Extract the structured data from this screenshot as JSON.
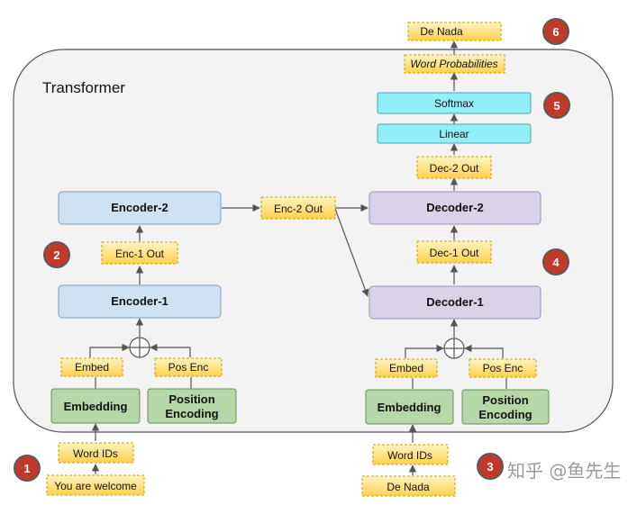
{
  "title": "Transformer",
  "encoder": {
    "input_text": "You are welcome",
    "word_ids": "Word IDs",
    "embedding": "Embedding",
    "position_encoding_line1": "Position",
    "position_encoding_line2": "Encoding",
    "embed_out": "Embed",
    "pos_enc_out": "Pos Enc",
    "encoder1": "Encoder-1",
    "enc1_out": "Enc-1 Out",
    "encoder2": "Encoder-2",
    "enc2_out": "Enc-2 Out"
  },
  "decoder": {
    "input_text": "De Nada",
    "word_ids": "Word IDs",
    "embedding": "Embedding",
    "position_encoding_line1": "Position",
    "position_encoding_line2": "Encoding",
    "embed_out": "Embed",
    "pos_enc_out": "Pos Enc",
    "decoder1": "Decoder-1",
    "dec1_out": "Dec-1 Out",
    "decoder2": "Decoder-2",
    "dec2_out": "Dec-2 Out",
    "linear": "Linear",
    "softmax": "Softmax",
    "word_probabilities": "Word Probabilities",
    "output_text": "De Nada"
  },
  "step_badges": [
    "1",
    "2",
    "3",
    "4",
    "5",
    "6"
  ],
  "watermark": "知乎 @鱼先生",
  "colors": {
    "encoder_fill": "#cfe2f3",
    "decoder_fill": "#d9d2e9",
    "embedding_fill": "#b6d7a8",
    "softmax_fill": "#92eef8",
    "note_fill": "#ffe38a",
    "badge_fill": "#c0392b",
    "container_fill": "#f3f3f3"
  }
}
